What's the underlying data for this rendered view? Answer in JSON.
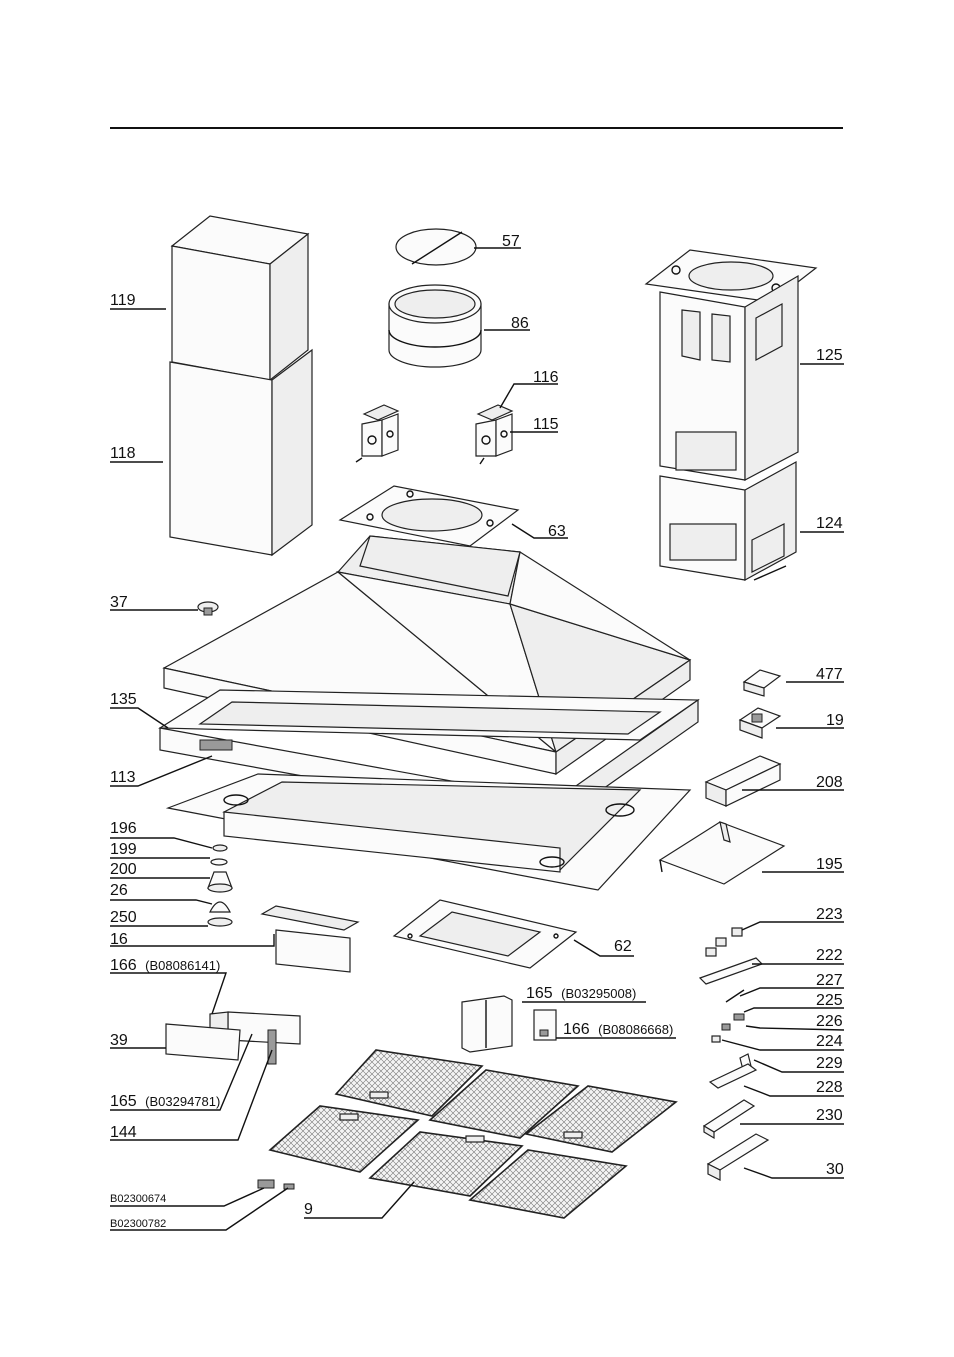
{
  "labels": {
    "l57": "57",
    "l86": "86",
    "l119": "119",
    "l118": "118",
    "l116": "116",
    "l115": "115",
    "l125": "125",
    "l124": "124",
    "l63": "63",
    "l37": "37",
    "l477": "477",
    "l19": "19",
    "l135": "135",
    "l113": "113",
    "l208": "208",
    "l196": "196",
    "l199": "199",
    "l200": "200",
    "l195": "195",
    "l26": "26",
    "l250": "250",
    "l16": "16",
    "l223": "223",
    "l62": "62",
    "l222": "222",
    "l166a": "166",
    "l166a_code": "(B08086141)",
    "l165a": "165",
    "l165a_code": "(B03295008)",
    "l227": "227",
    "l225": "225",
    "l166b": "166",
    "l166b_code": "(B08086668)",
    "l226": "226",
    "l39": "39",
    "l224": "224",
    "l229": "229",
    "l228": "228",
    "l165b": "165",
    "l165b_code": "(B03294781)",
    "l230": "230",
    "l144": "144",
    "l30": "30",
    "lB02300674": "B02300674",
    "l9": "9",
    "lB02300782": "B02300782"
  }
}
